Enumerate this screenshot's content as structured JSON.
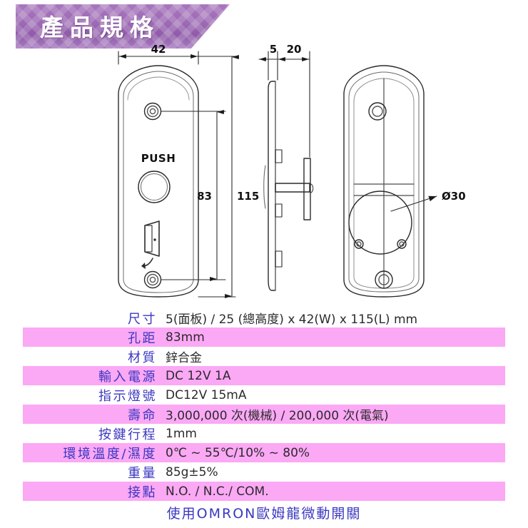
{
  "banner": {
    "title": "產品規格"
  },
  "drawing": {
    "front_view": {
      "button_text": "PUSH",
      "door_icon": "door-exit-icon",
      "dim_width": "42",
      "dim_hole_pitch": "83",
      "dim_length": "115"
    },
    "side_view": {
      "dim_panel_thickness": "5",
      "dim_total_depth": "20"
    },
    "rear_view": {
      "dim_bore": "Ø30"
    }
  },
  "spec": {
    "rows": [
      {
        "label": "尺寸",
        "value": "5(面板) / 25 (總高度) x 42(W) x 115(L) mm"
      },
      {
        "label": "孔距",
        "value": "83mm"
      },
      {
        "label": "材質",
        "value": "鋅合金"
      },
      {
        "label": "輸入電源",
        "value": "DC 12V 1A"
      },
      {
        "label": "指示燈號",
        "value": "DC12V 15mA"
      },
      {
        "label": "壽命",
        "value": "3,000,000 次(機械)  /  200,000 次(電氣)"
      },
      {
        "label": "按鍵行程",
        "value": "1mm"
      },
      {
        "label": "環境溫度/濕度",
        "value": "0℃ ~ 55℃/10% ~ 80%"
      },
      {
        "label": "重量",
        "value": "85g±5%"
      },
      {
        "label": "接點",
        "value": "N.O. / N.C./ COM."
      }
    ]
  },
  "footer": {
    "note": "使用OMRON歐姆龍微動開關"
  },
  "colors": {
    "banner_purple": "#9d6ab4",
    "row_pink": "#fba8f5",
    "label_blue": "#3b37c0",
    "value_dark": "#2b2b2b"
  }
}
